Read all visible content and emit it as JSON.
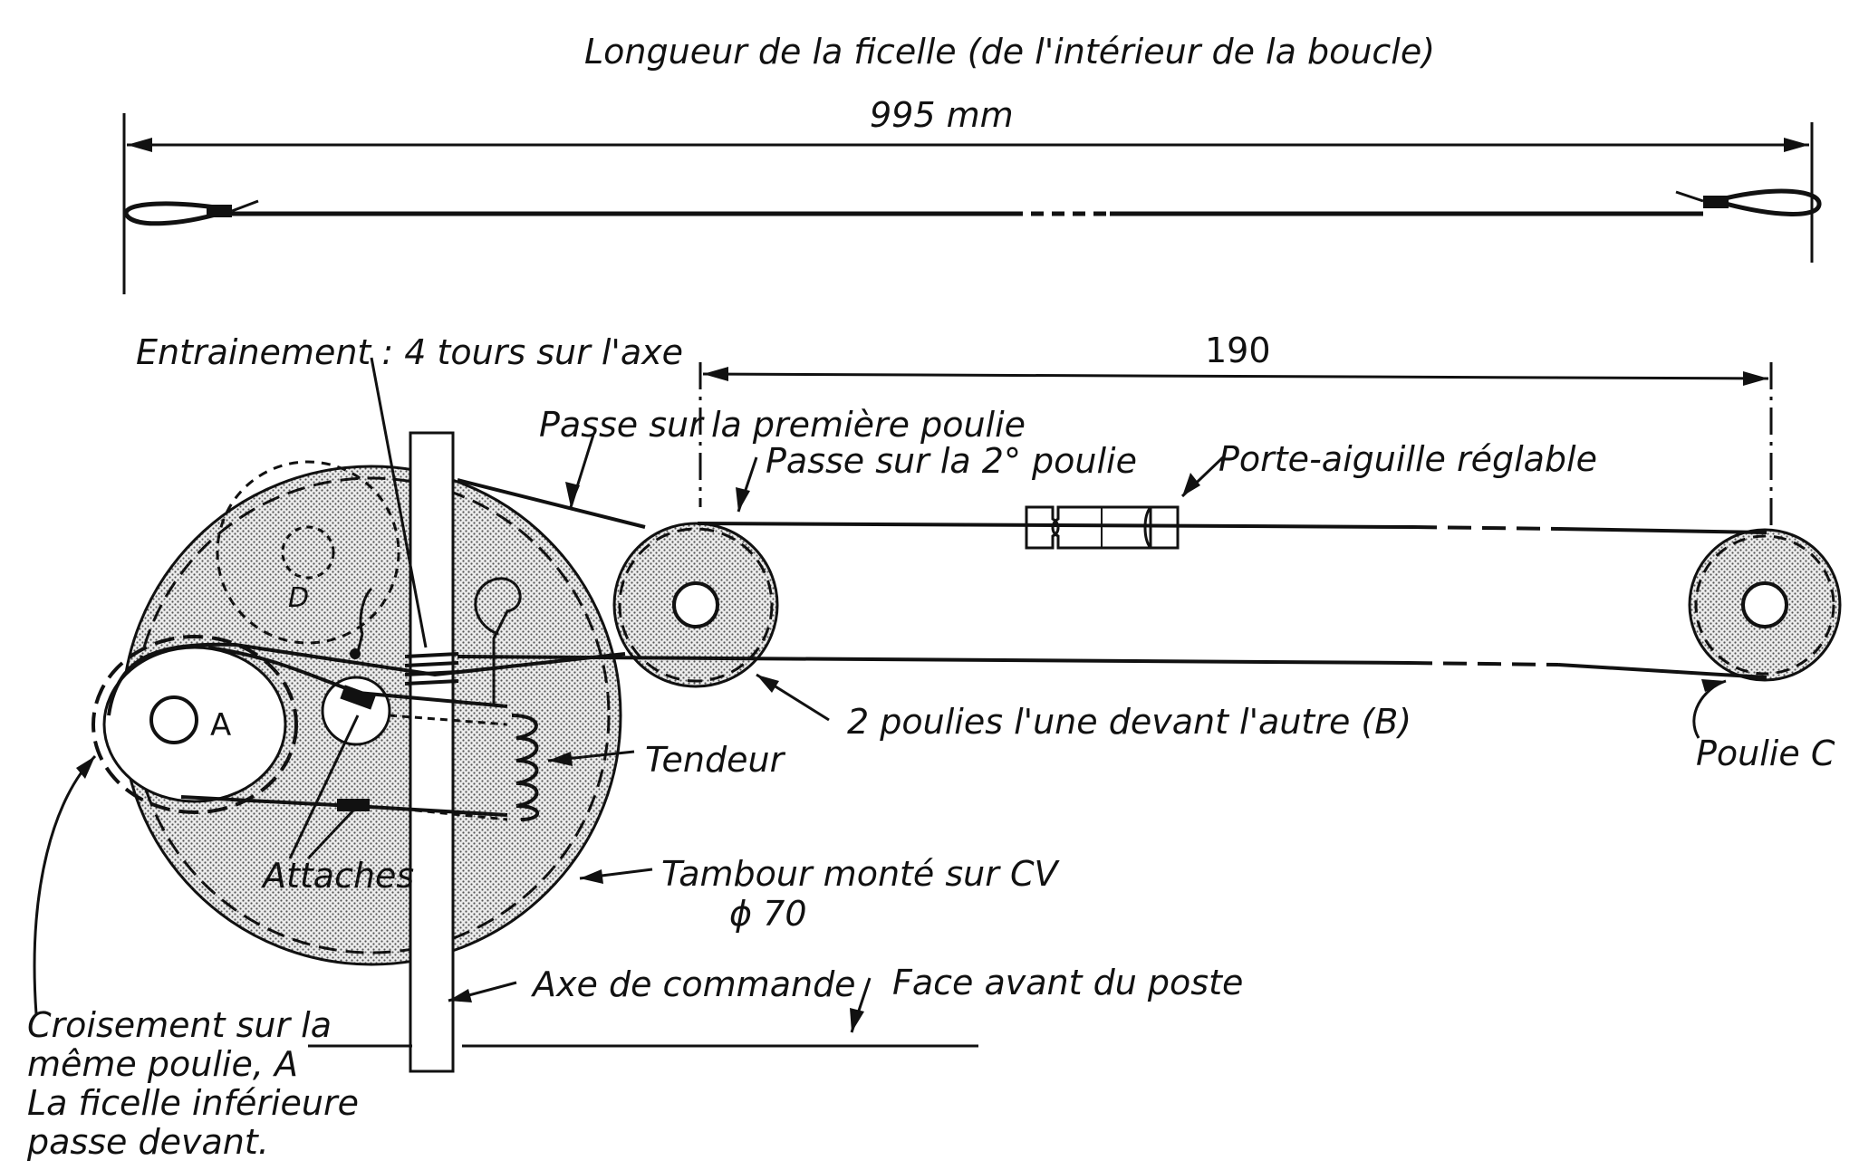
{
  "labels": {
    "length_title": "Longueur de la ficelle (de l'intérieur de la boucle)",
    "length_value": "995 mm",
    "entrainement": "Entrainement : 4 tours sur l'axe",
    "dim_190": "190",
    "passe_sur": "Passe sur",
    "premiere_poulie": "la première poulie",
    "passe_2e_poulie": "Passe sur la 2° poulie",
    "porte_aiguille": "Porte-aiguille réglable",
    "deux_poulies": "2 poulies l'une devant l'autre (B)",
    "poulie_c": "Poulie C",
    "tendeur": "Tendeur",
    "attaches": "Attaches",
    "tambour": "Tambour monté sur CV",
    "tambour_diam": "ϕ 70",
    "axe_commande": "Axe de commande",
    "face_avant": "Face avant du poste",
    "croisement_1": "Croisement sur la",
    "croisement_2": "même poulie, A",
    "croisement_3": "La ficelle inférieure",
    "croisement_4": "passe devant.",
    "pulley_a": "A",
    "pulley_d": "D"
  },
  "colors": {
    "ink": "#111111",
    "shade": "#cfcfcf",
    "paper": "#ffffff"
  }
}
